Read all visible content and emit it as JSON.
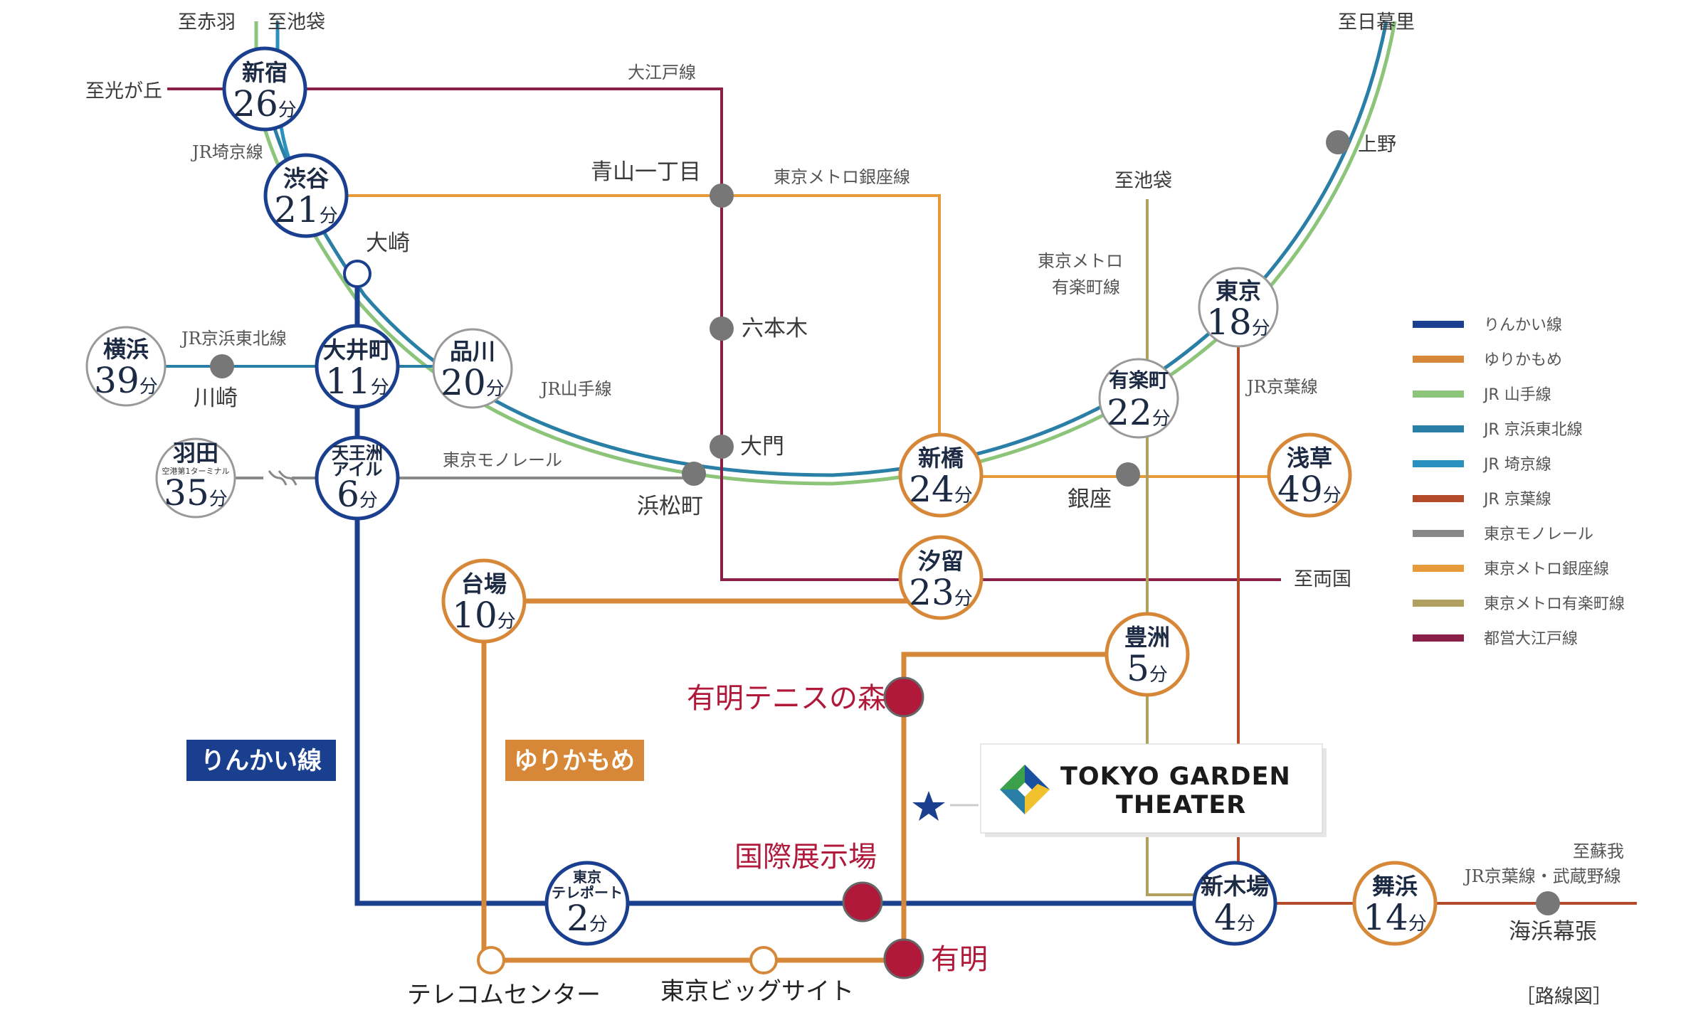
{
  "colors": {
    "rinkai": "#1b3f8f",
    "yurikamome": "#d68838",
    "yamanote": "#8cc47a",
    "keihin_tohoku": "#2a7fa6",
    "saikyo": "#2a90c0",
    "keiyo": "#b34a2a",
    "monorail": "#888888",
    "ginza": "#e69a3a",
    "yurakucho": "#b1a060",
    "oedo": "#8a2048",
    "highlight_red": "#b0193a",
    "node_gray": "#777777"
  },
  "directions": {
    "akabane": "至赤羽",
    "ikebukuro_top": "至池袋",
    "hikarigaoka": "至光が丘",
    "nippori": "至日暮里",
    "ikebukuro_mid": "至池袋",
    "ryogoku": "至両国",
    "soga": "至蘇我"
  },
  "line_labels": {
    "oedo": "大江戸線",
    "saikyo": "JR埼京線",
    "ginza": "東京メトロ銀座線",
    "yurakucho_1": "東京メトロ",
    "yurakucho_2": "有楽町線",
    "keihin": "JR京浜東北線",
    "yamanote": "JR山手線",
    "keiyo": "JR京葉線",
    "monorail": "東京モノレール",
    "keiyo_musashino": "JR京葉線・武蔵野線"
  },
  "small_stations": {
    "aoyama": "青山一丁目",
    "roppongi": "六本木",
    "daimon": "大門",
    "hamamatsucho": "浜松町",
    "osaki": "大崎",
    "kawasaki": "川崎",
    "ueno": "上野",
    "ginza": "銀座",
    "kaihin_makuhari": "海浜幕張",
    "telecom": "テレコムセンター",
    "bigsight": "東京ビッグサイト"
  },
  "highlight_stations": {
    "ariake_tennis": "有明テニスの森",
    "kokusai": "国際展示場",
    "ariake": "有明"
  },
  "stations": {
    "shinjuku": {
      "name": "新宿",
      "minutes": "26",
      "unit": "分"
    },
    "shibuya": {
      "name": "渋谷",
      "minutes": "21",
      "unit": "分"
    },
    "oimachi": {
      "name": "大井町",
      "minutes": "11",
      "unit": "分"
    },
    "shinagawa": {
      "name": "品川",
      "minutes": "20",
      "unit": "分"
    },
    "yokohama": {
      "name": "横浜",
      "minutes": "39",
      "unit": "分"
    },
    "haneda": {
      "name": "羽田",
      "sub": "空港第1ターミナル",
      "minutes": "35",
      "unit": "分"
    },
    "tennozu": {
      "name1": "天王洲",
      "name2": "アイル",
      "minutes": "6",
      "unit": "分"
    },
    "shimbashi": {
      "name": "新橋",
      "minutes": "24",
      "unit": "分"
    },
    "shiodome": {
      "name": "汐留",
      "minutes": "23",
      "unit": "分"
    },
    "tokyo": {
      "name": "東京",
      "minutes": "18",
      "unit": "分"
    },
    "yurakucho": {
      "name": "有楽町",
      "minutes": "22",
      "unit": "分"
    },
    "asakusa": {
      "name": "浅草",
      "minutes": "49",
      "unit": "分"
    },
    "daiba": {
      "name": "台場",
      "minutes": "10",
      "unit": "分"
    },
    "toyosu": {
      "name": "豊洲",
      "minutes": "5",
      "unit": "分"
    },
    "teleport": {
      "name1": "東京",
      "name2": "テレポート",
      "minutes": "2",
      "unit": "分"
    },
    "shinkiba": {
      "name": "新木場",
      "minutes": "4",
      "unit": "分"
    },
    "maihama": {
      "name": "舞浜",
      "minutes": "14",
      "unit": "分"
    }
  },
  "line_tags": {
    "rinkai": "りんかい線",
    "yurikamome": "ゆりかもめ"
  },
  "logo": {
    "line1": "TOKYO GARDEN",
    "line2": "THEATER"
  },
  "legend": [
    {
      "label": "りんかい線",
      "color": "#1b3f8f"
    },
    {
      "label": "ゆりかもめ",
      "color": "#d68838"
    },
    {
      "label": "JR 山手線",
      "color": "#8cc47a"
    },
    {
      "label": "JR 京浜東北線",
      "color": "#2a7fa6"
    },
    {
      "label": "JR 埼京線",
      "color": "#2a90c0"
    },
    {
      "label": "JR 京葉線",
      "color": "#b34a2a"
    },
    {
      "label": "東京モノレール",
      "color": "#888888"
    },
    {
      "label": "東京メトロ銀座線",
      "color": "#e69a3a"
    },
    {
      "label": "東京メトロ有楽町線",
      "color": "#b1a060"
    },
    {
      "label": "都営大江戸線",
      "color": "#8a2048"
    }
  ],
  "caption": "［路線図］"
}
